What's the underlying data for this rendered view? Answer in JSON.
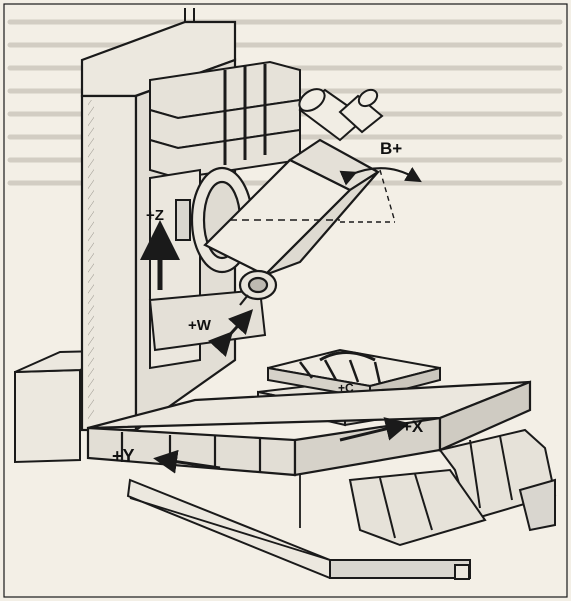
{
  "figure": {
    "labels": {
      "b_rotation": "B+",
      "z_axis": "+Z",
      "w_axis": "+W",
      "c_rotation": "+C",
      "x_axis": "+X",
      "y_axis": "+Y"
    },
    "colors": {
      "background": "#f3efe6",
      "line": "#1a1a1a",
      "shade": "#7a7a7a",
      "light_shade": "#d9d6cf",
      "faint_text": "#cfcac0"
    }
  }
}
